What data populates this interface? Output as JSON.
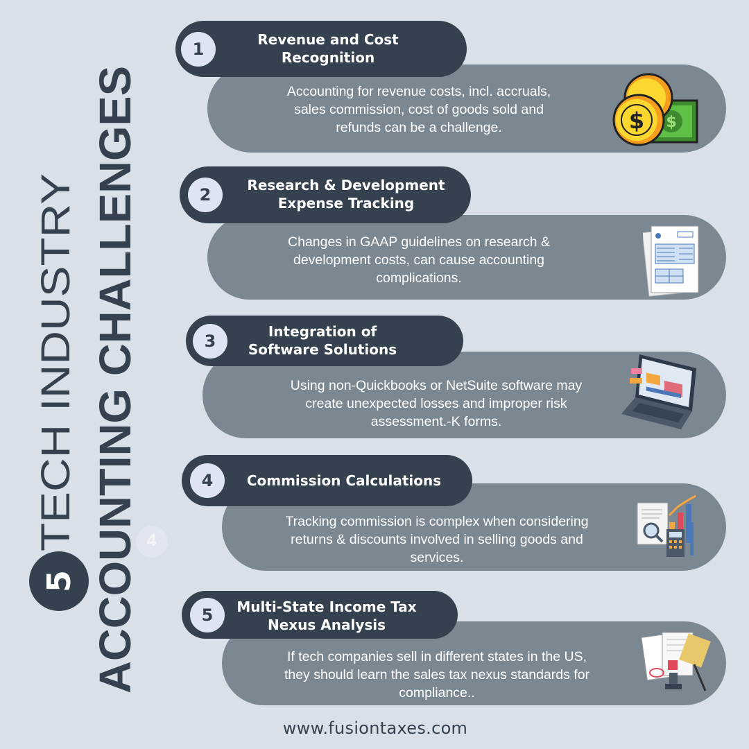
{
  "title": {
    "number": "5",
    "line1": "TECH INDUSTRY",
    "line2": "ACCOUNTING CHALLENGES"
  },
  "ghost_number": "4",
  "colors": {
    "background": "#d9e0e7",
    "header_pill": "#35414e",
    "body_pill": "#7b8791",
    "number_badge": "#dfe4f3"
  },
  "items": [
    {
      "number": "1",
      "heading": "Revenue and Cost Recognition",
      "heading_lines": [
        "Revenue and Cost",
        "Recognition"
      ],
      "text_lines": [
        "Accounting for revenue costs, incl. accruals,",
        "sales commission, cost of goods sold and",
        "refunds can be a challenge."
      ],
      "icon": "coins-and-cash-icon"
    },
    {
      "number": "2",
      "heading": "Research & Development Expense Tracking",
      "heading_lines": [
        "Research & Development",
        "Expense Tracking"
      ],
      "text_lines": [
        "Changes in GAAP guidelines on research &",
        "development costs, can cause accounting",
        "complications."
      ],
      "icon": "documents-icon"
    },
    {
      "number": "3",
      "heading": "Integration of Software Solutions",
      "heading_lines": [
        "Integration of",
        "Software Solutions"
      ],
      "text_lines": [
        "Using non-Quickbooks or NetSuite software may",
        "create unexpected losses and improper risk",
        "assessment.-K forms."
      ],
      "icon": "laptop-dashboard-icon"
    },
    {
      "number": "4",
      "heading": "Commission Calculations",
      "heading_lines": [
        "Commission Calculations"
      ],
      "text_lines": [
        "Tracking commission is complex when considering",
        "returns & discounts involved in selling goods and",
        "services."
      ],
      "icon": "calculator-report-icon"
    },
    {
      "number": "5",
      "heading": "Multi-State Income Tax Nexus Analysis",
      "heading_lines": [
        "Multi-State Income Tax",
        "Nexus Analysis"
      ],
      "text_lines": [
        "If tech companies sell in different states in the US,",
        "they should learn the sales tax nexus standards for",
        "compliance.."
      ],
      "icon": "tax-forms-stamp-icon"
    }
  ],
  "footer": "www.fusiontaxes.com"
}
